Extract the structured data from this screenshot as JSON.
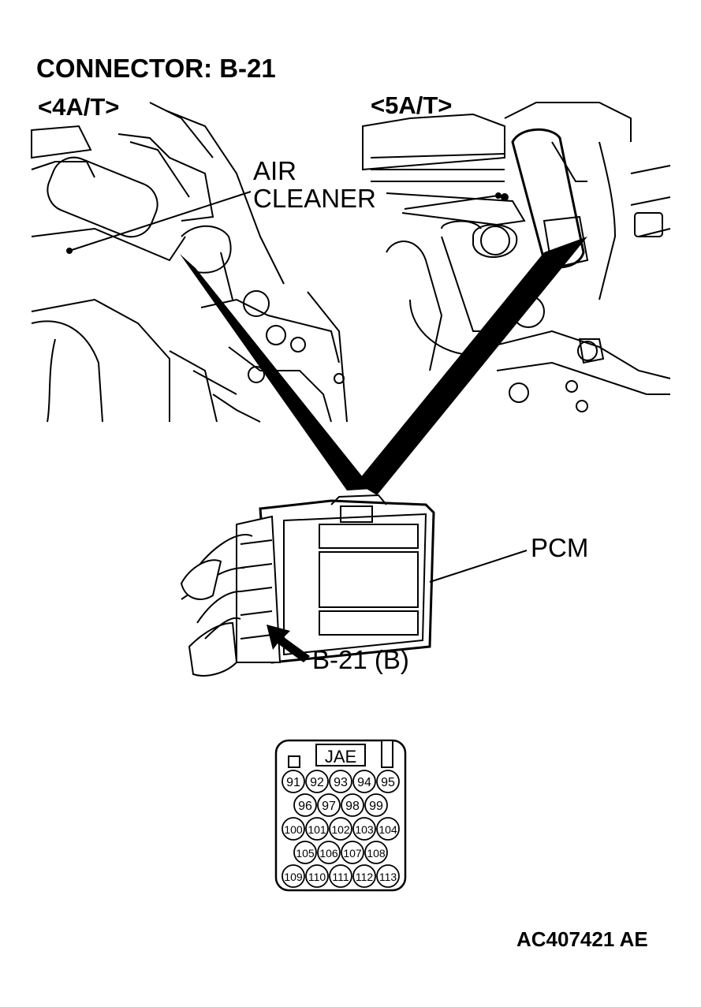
{
  "title": "CONNECTOR: B-21",
  "variants": {
    "left_label": "<4A/T>",
    "right_label": "<5A/T>"
  },
  "callouts": {
    "air_cleaner_line1": "AIR",
    "air_cleaner_line2": "CLEANER",
    "pcm": "PCM",
    "connector_ref": "B-21 (B)"
  },
  "connector": {
    "maker": "JAE",
    "rows": [
      [
        "91",
        "92",
        "93",
        "94",
        "95"
      ],
      [
        "96",
        "97",
        "98",
        "99"
      ],
      [
        "100",
        "101",
        "102",
        "103",
        "104"
      ],
      [
        "105",
        "106",
        "107",
        "108"
      ],
      [
        "109",
        "110",
        "111",
        "112",
        "113"
      ]
    ]
  },
  "figure_id": "AC407421 AE"
}
